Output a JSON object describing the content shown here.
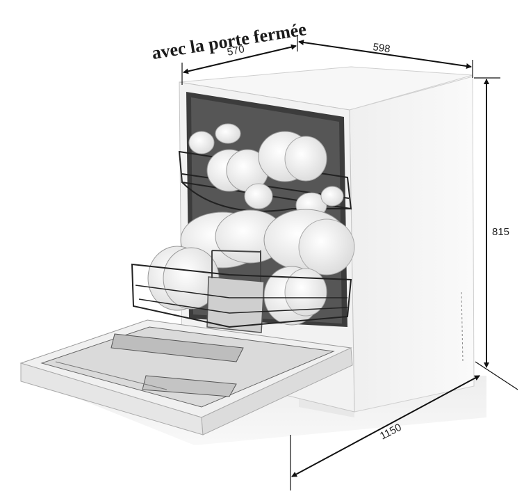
{
  "caption": "avec la porte fermée",
  "dimensions": {
    "depth_closed": "570",
    "width": "598",
    "height": "815",
    "depth_open": "1150"
  }
}
